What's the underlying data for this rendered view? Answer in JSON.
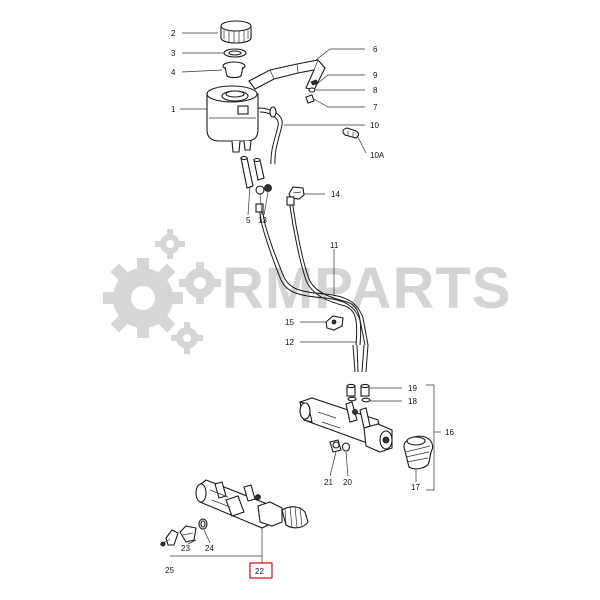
{
  "watermark": {
    "text": "RMPARTS"
  },
  "colors": {
    "line": "#1a1a1a",
    "watermark": "#d4d4d4",
    "highlight": "#cc1111"
  },
  "callouts": {
    "n1": "1",
    "n2": "2",
    "n3": "3",
    "n4": "4",
    "n5": "5",
    "n6": "6",
    "n7": "7",
    "n8": "8",
    "n9": "9",
    "n10": "10",
    "n10a": "10A",
    "n11": "11",
    "n12": "12",
    "n13": "13",
    "n14": "14",
    "n15": "15",
    "n16": "16",
    "n17": "17",
    "n18": "18",
    "n19": "19",
    "n20": "20",
    "n21": "21",
    "n22": "22",
    "n23": "23",
    "n24": "24",
    "n25": "25"
  },
  "highlighted_callout": "22"
}
